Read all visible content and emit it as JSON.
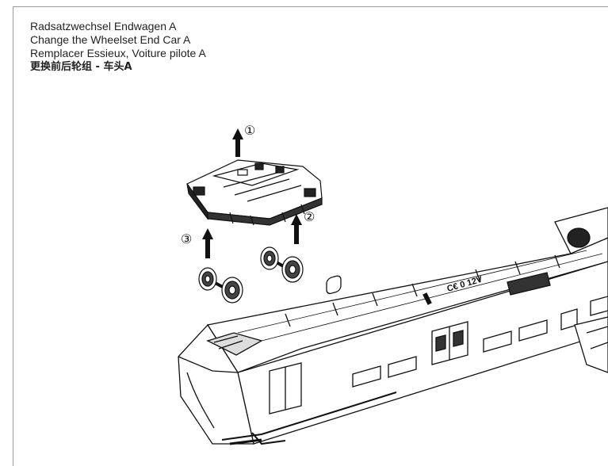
{
  "heading": {
    "lines": [
      "Radsatzwechsel Endwagen A",
      "Change the Wheelset End Car A",
      "Remplacer Essieux, Voiture pilote A",
      "更换前后轮组 - 车头A"
    ]
  },
  "steps": [
    "①",
    "②",
    "③"
  ],
  "car_markings": {
    "label": "C€ 0 12V"
  },
  "colors": {
    "ink": "#111111",
    "frame": "#9a9a9a",
    "background": "#ffffff"
  }
}
